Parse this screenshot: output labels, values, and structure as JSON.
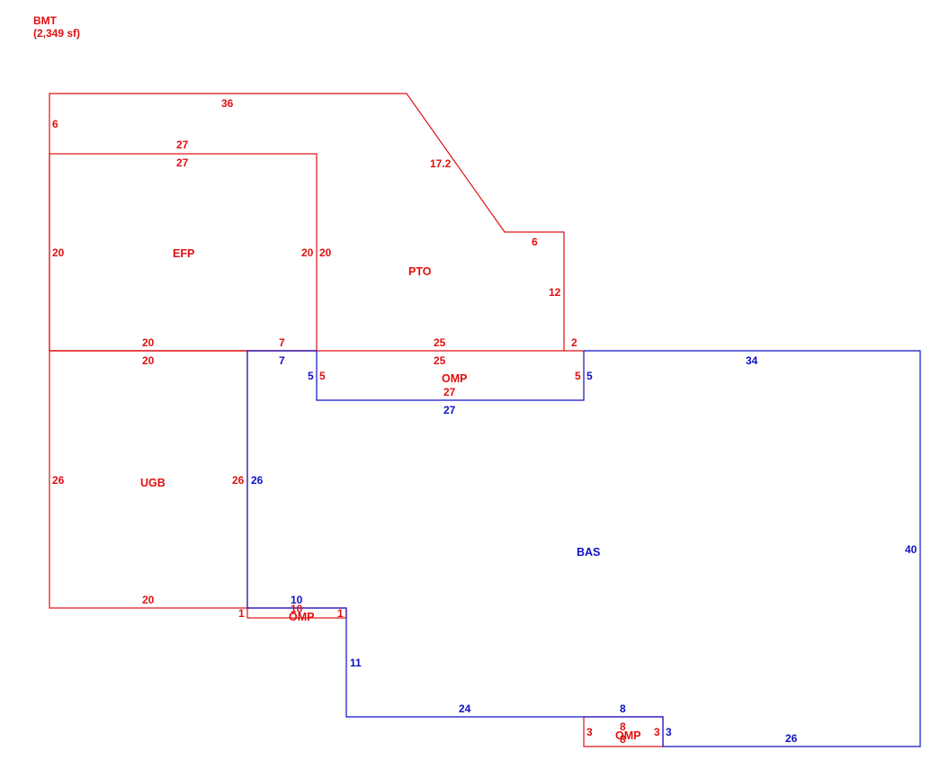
{
  "header": {
    "code": "BMT",
    "area": "(2,349 sf)"
  },
  "colors": {
    "red": "#e01010",
    "blue": "#1010c8"
  },
  "areas": {
    "efp": "EFP",
    "pto": "PTO",
    "omp_top": "OMP",
    "ugb": "UGB",
    "bas": "BAS",
    "omp_mid": "OMP",
    "omp_bottom": "OMP"
  },
  "dims": {
    "d36": "36",
    "d6_left": "6",
    "d27_top_a": "27",
    "d27_top_b": "27",
    "d17_2": "17.2",
    "d6_mid": "6",
    "d20_efp_left": "20",
    "d20_efp_right": "20",
    "d20_pto_left": "20",
    "d12": "12",
    "d2": "2",
    "d20_mid_a": "20",
    "d20_mid_b": "20",
    "d7_red": "7",
    "d7_blue": "7",
    "d25_a": "25",
    "d25_b": "25",
    "d34": "34",
    "d5_blue_left": "5",
    "d5_red_left": "5",
    "d5_red_right": "5",
    "d5_blue_right": "5",
    "d27_omp_red": "27",
    "d27_omp_blue": "27",
    "d26_ugb_left": "26",
    "d26_ugb_right": "26",
    "d26_blue": "26",
    "d40": "40",
    "d20_bottom": "20",
    "d10_blue": "10",
    "d10_red": "10",
    "d1_left": "1",
    "d1_right": "1",
    "d11": "11",
    "d24": "24",
    "d8_blue": "8",
    "d8_red_a": "8",
    "d8_red_b": "8",
    "d3_red_left": "3",
    "d3_red_right": "3",
    "d3_blue": "3",
    "d26_bottom": "26"
  }
}
